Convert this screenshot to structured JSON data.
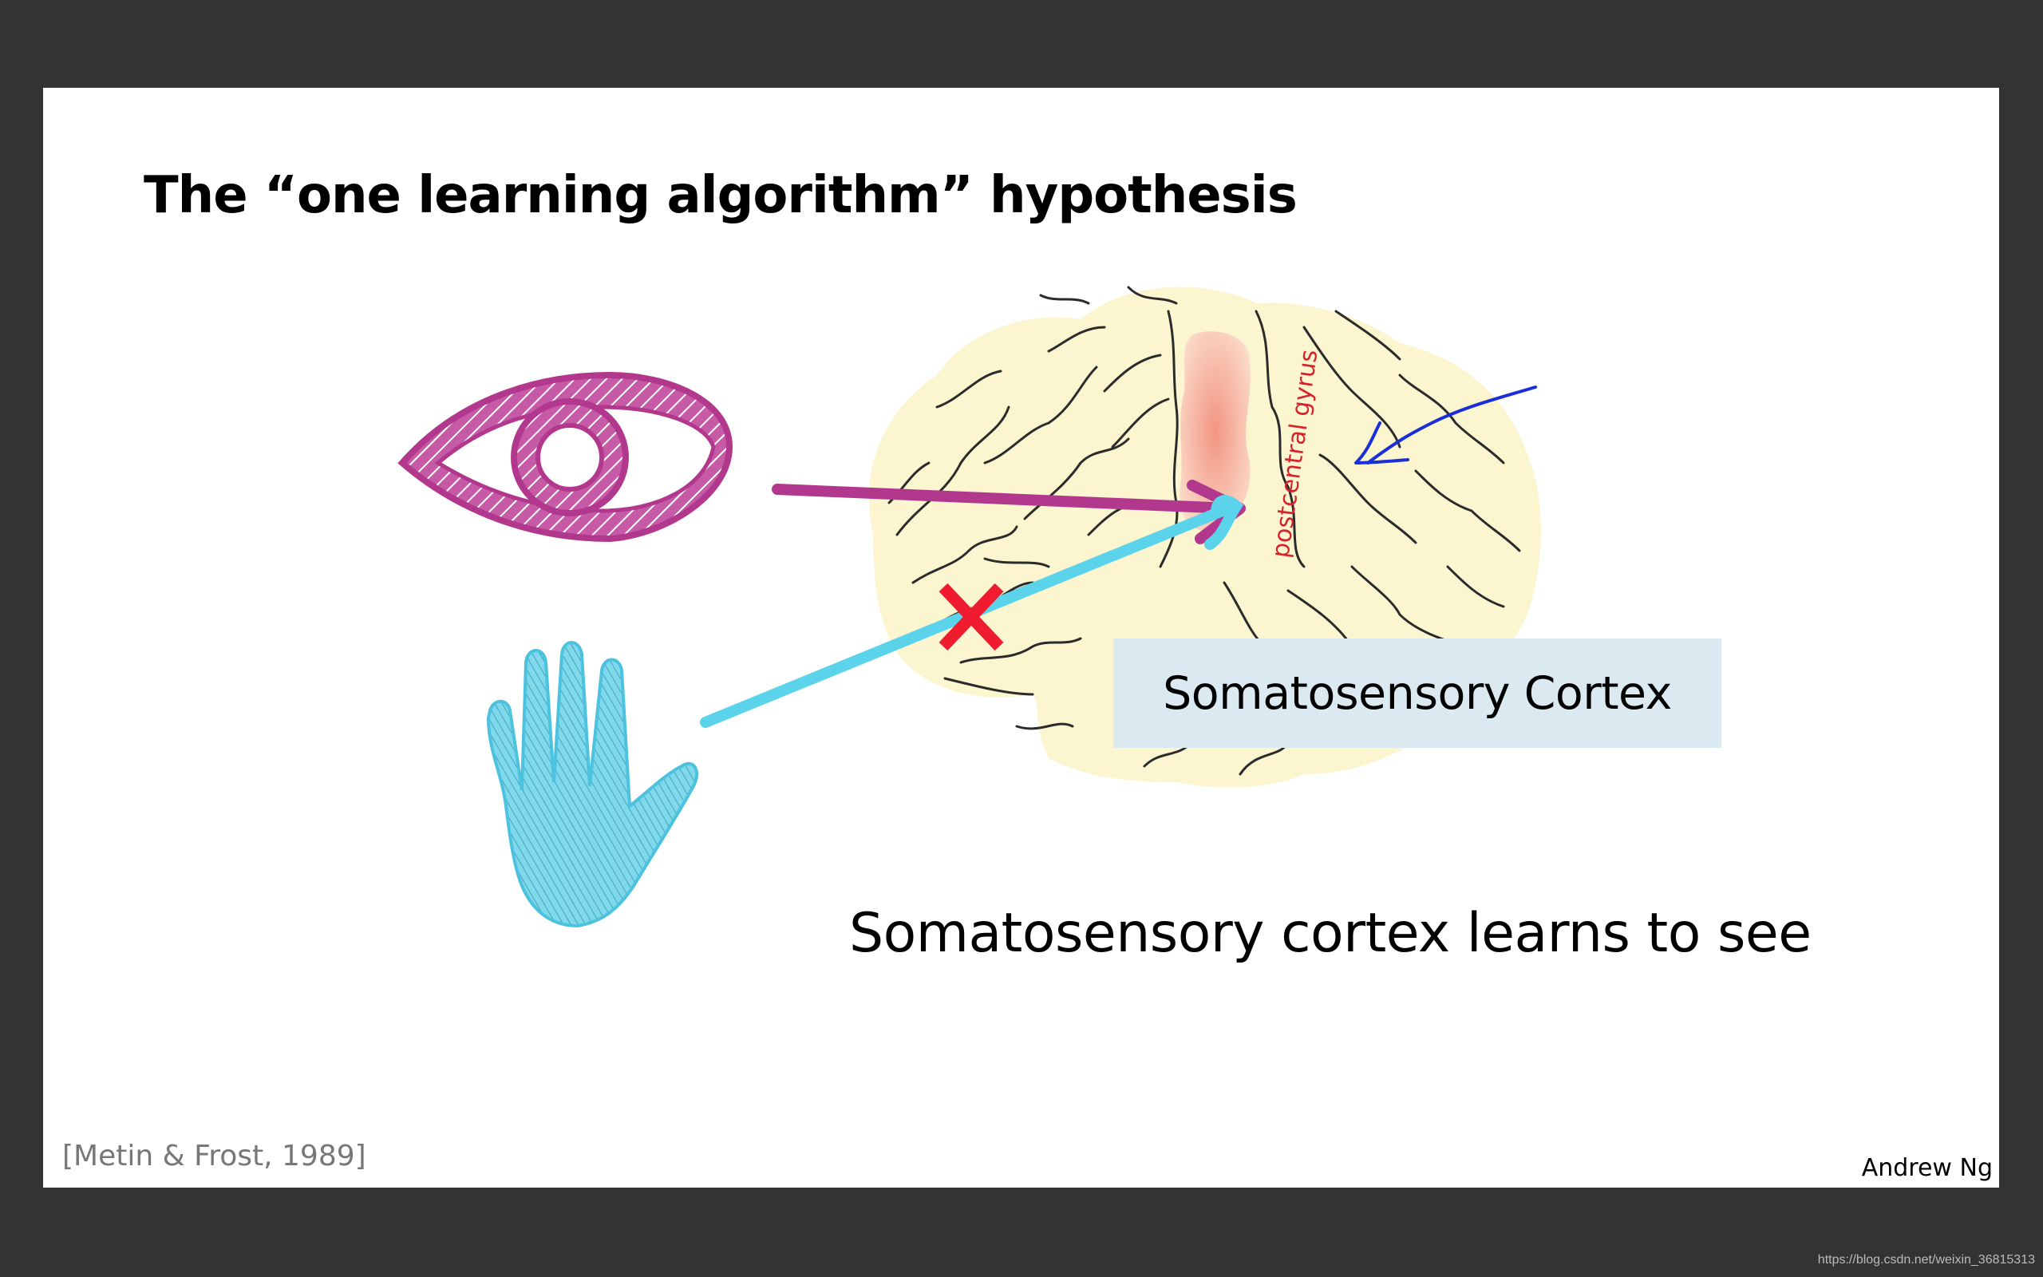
{
  "slide": {
    "title": "The “one learning algorithm” hypothesis",
    "brain_label": "Somatosensory Cortex",
    "gyrus_label": "postcentral gyrus",
    "caption": "Somatosensory cortex learns to see",
    "citation": "[Metin & Frost, 1989]",
    "author": "Andrew Ng"
  },
  "watermark": "https://blog.csdn.net/weixin_36815313",
  "icons": [
    "eye-icon",
    "hand-icon",
    "brain-illustration",
    "cross-mark-icon"
  ],
  "colors": {
    "background": "#333333",
    "slide": "#ffffff",
    "eye": "#b2388e",
    "hand": "#5bd3ea",
    "cross": "#ee1c2e",
    "gyrus": "#f4a090",
    "brain": "#fbf5d0",
    "annotation": "#1b2fd8",
    "label_box": "#dbeaf1"
  }
}
